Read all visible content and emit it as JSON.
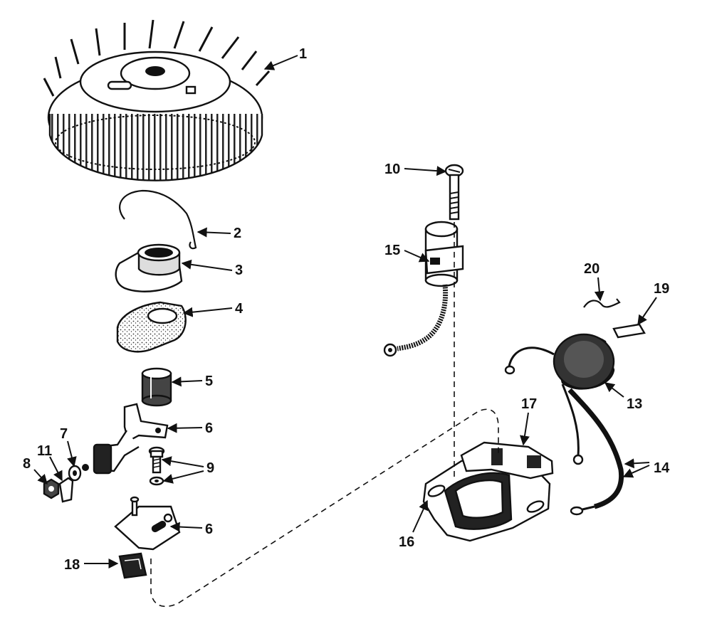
{
  "diagram": {
    "ink_color": "#111111",
    "paper_color": "#ffffff",
    "callouts": [
      {
        "id": "1",
        "label": "1"
      },
      {
        "id": "2",
        "label": "2"
      },
      {
        "id": "3",
        "label": "3"
      },
      {
        "id": "4",
        "label": "4"
      },
      {
        "id": "5",
        "label": "5"
      },
      {
        "id": "6a",
        "label": "6"
      },
      {
        "id": "7",
        "label": "7"
      },
      {
        "id": "8",
        "label": "8"
      },
      {
        "id": "9",
        "label": "9"
      },
      {
        "id": "6b",
        "label": "6"
      },
      {
        "id": "10",
        "label": "10"
      },
      {
        "id": "11",
        "label": "11"
      },
      {
        "id": "13",
        "label": "13"
      },
      {
        "id": "14",
        "label": "14"
      },
      {
        "id": "15",
        "label": "15"
      },
      {
        "id": "16",
        "label": "16"
      },
      {
        "id": "17",
        "label": "17"
      },
      {
        "id": "18",
        "label": "18"
      },
      {
        "id": "19",
        "label": "19"
      },
      {
        "id": "20",
        "label": "20"
      }
    ]
  }
}
